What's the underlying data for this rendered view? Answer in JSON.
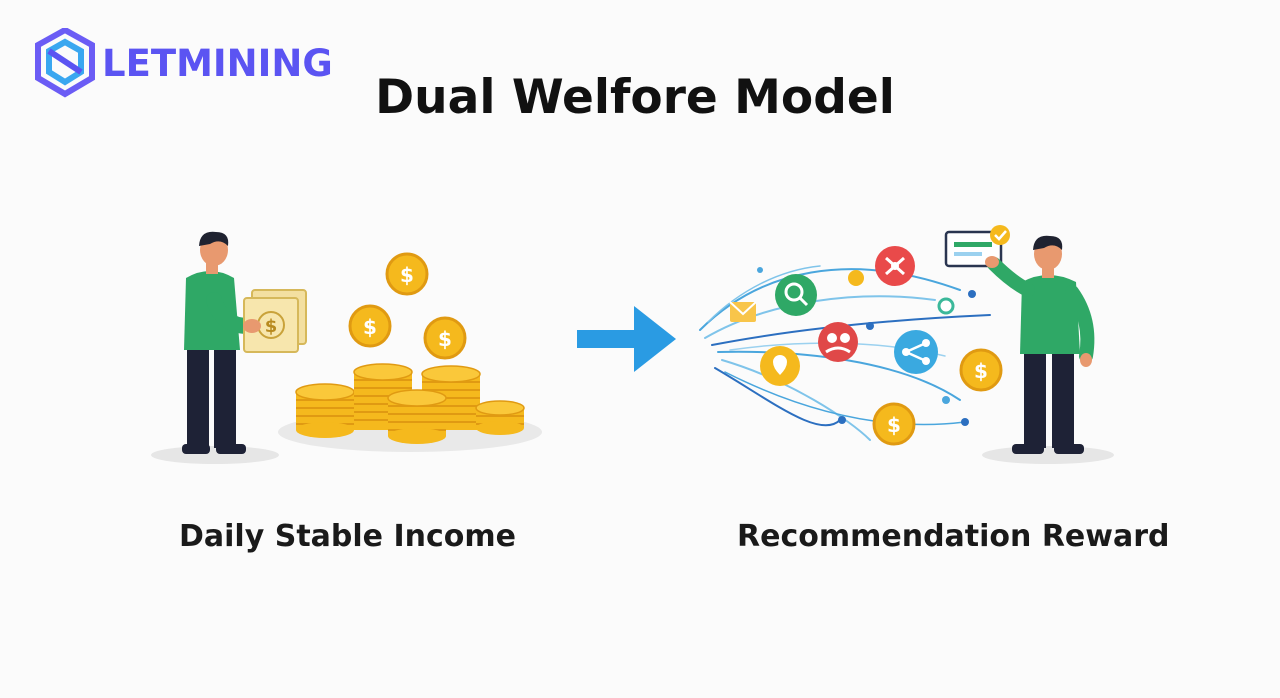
{
  "brand": {
    "name": "LETMINING",
    "color": "#5b54f2"
  },
  "title": "Dual Welfore Model",
  "left": {
    "caption": "Daily Stable Income"
  },
  "right": {
    "caption": "Recommendation Reward"
  },
  "colors": {
    "shirt": "#2fa866",
    "pants": "#1e2236",
    "coin": "#f5b91d",
    "coin_dark": "#e09a12",
    "arrow": "#2a9be3",
    "skin": "#e8996f",
    "hair": "#1f2230"
  },
  "icons": [
    "dollar-coin-icon",
    "dollar-bill-icon",
    "email-icon",
    "search-user-icon",
    "network-icon",
    "share-icon",
    "location-pin-icon",
    "checkmark-icon",
    "card-icon",
    "right-arrow-icon"
  ]
}
